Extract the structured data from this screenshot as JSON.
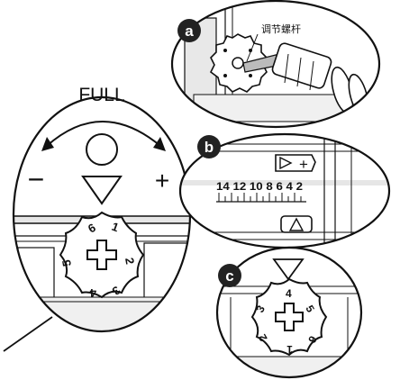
{
  "main_panel": {
    "full_label": "FULL",
    "minus_label": "−",
    "plus_label": "+",
    "knob_numbers": [
      "1",
      "2",
      "3",
      "4",
      "5",
      "6"
    ]
  },
  "callout_a": {
    "badge": "a",
    "caption": "调节螺杆"
  },
  "callout_b": {
    "badge": "b",
    "scale_numbers": "14 12 10 8 6 4 2",
    "plus_label": "+"
  },
  "callout_c": {
    "badge": "c",
    "knob_numbers": [
      "4",
      "5",
      "6",
      "1",
      "2",
      "3"
    ]
  },
  "colors": {
    "line": "#111111",
    "badge_fill": "#222222",
    "badge_text": "#ffffff",
    "background": "#ffffff",
    "shade": "#d9d9d9"
  }
}
